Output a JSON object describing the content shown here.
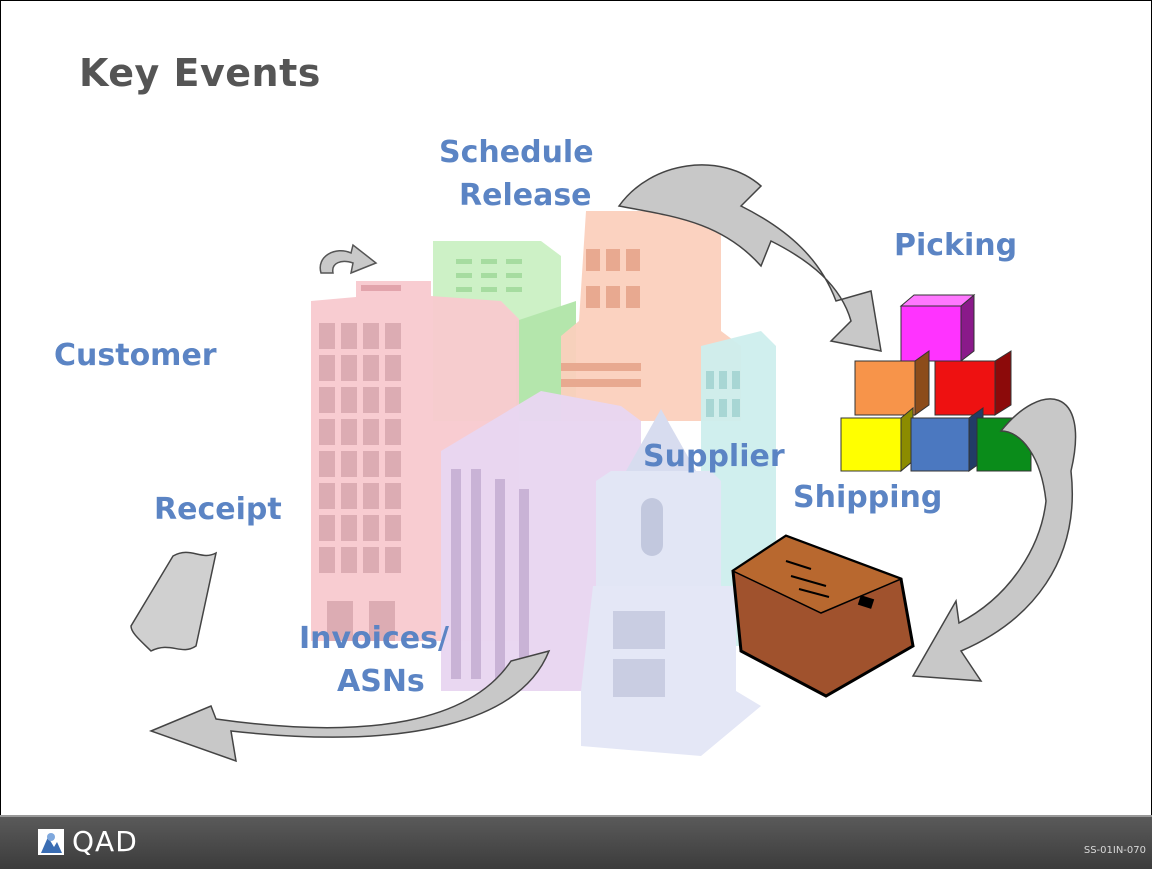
{
  "slide": {
    "title": "Key Events",
    "labels": {
      "schedule_release_line1": "Schedule",
      "schedule_release_line2": "Release",
      "picking": "Picking",
      "customer": "Customer",
      "receipt": "Receipt",
      "supplier": "Supplier",
      "shipping": "Shipping",
      "invoices_line1": "Invoices/",
      "invoices_line2": "ASNs"
    },
    "colors": {
      "label_blue": "#5b84c4",
      "title_gray": "#555555"
    }
  },
  "footer": {
    "logo_text": "QAD",
    "slide_code": "SS-01IN-070"
  }
}
